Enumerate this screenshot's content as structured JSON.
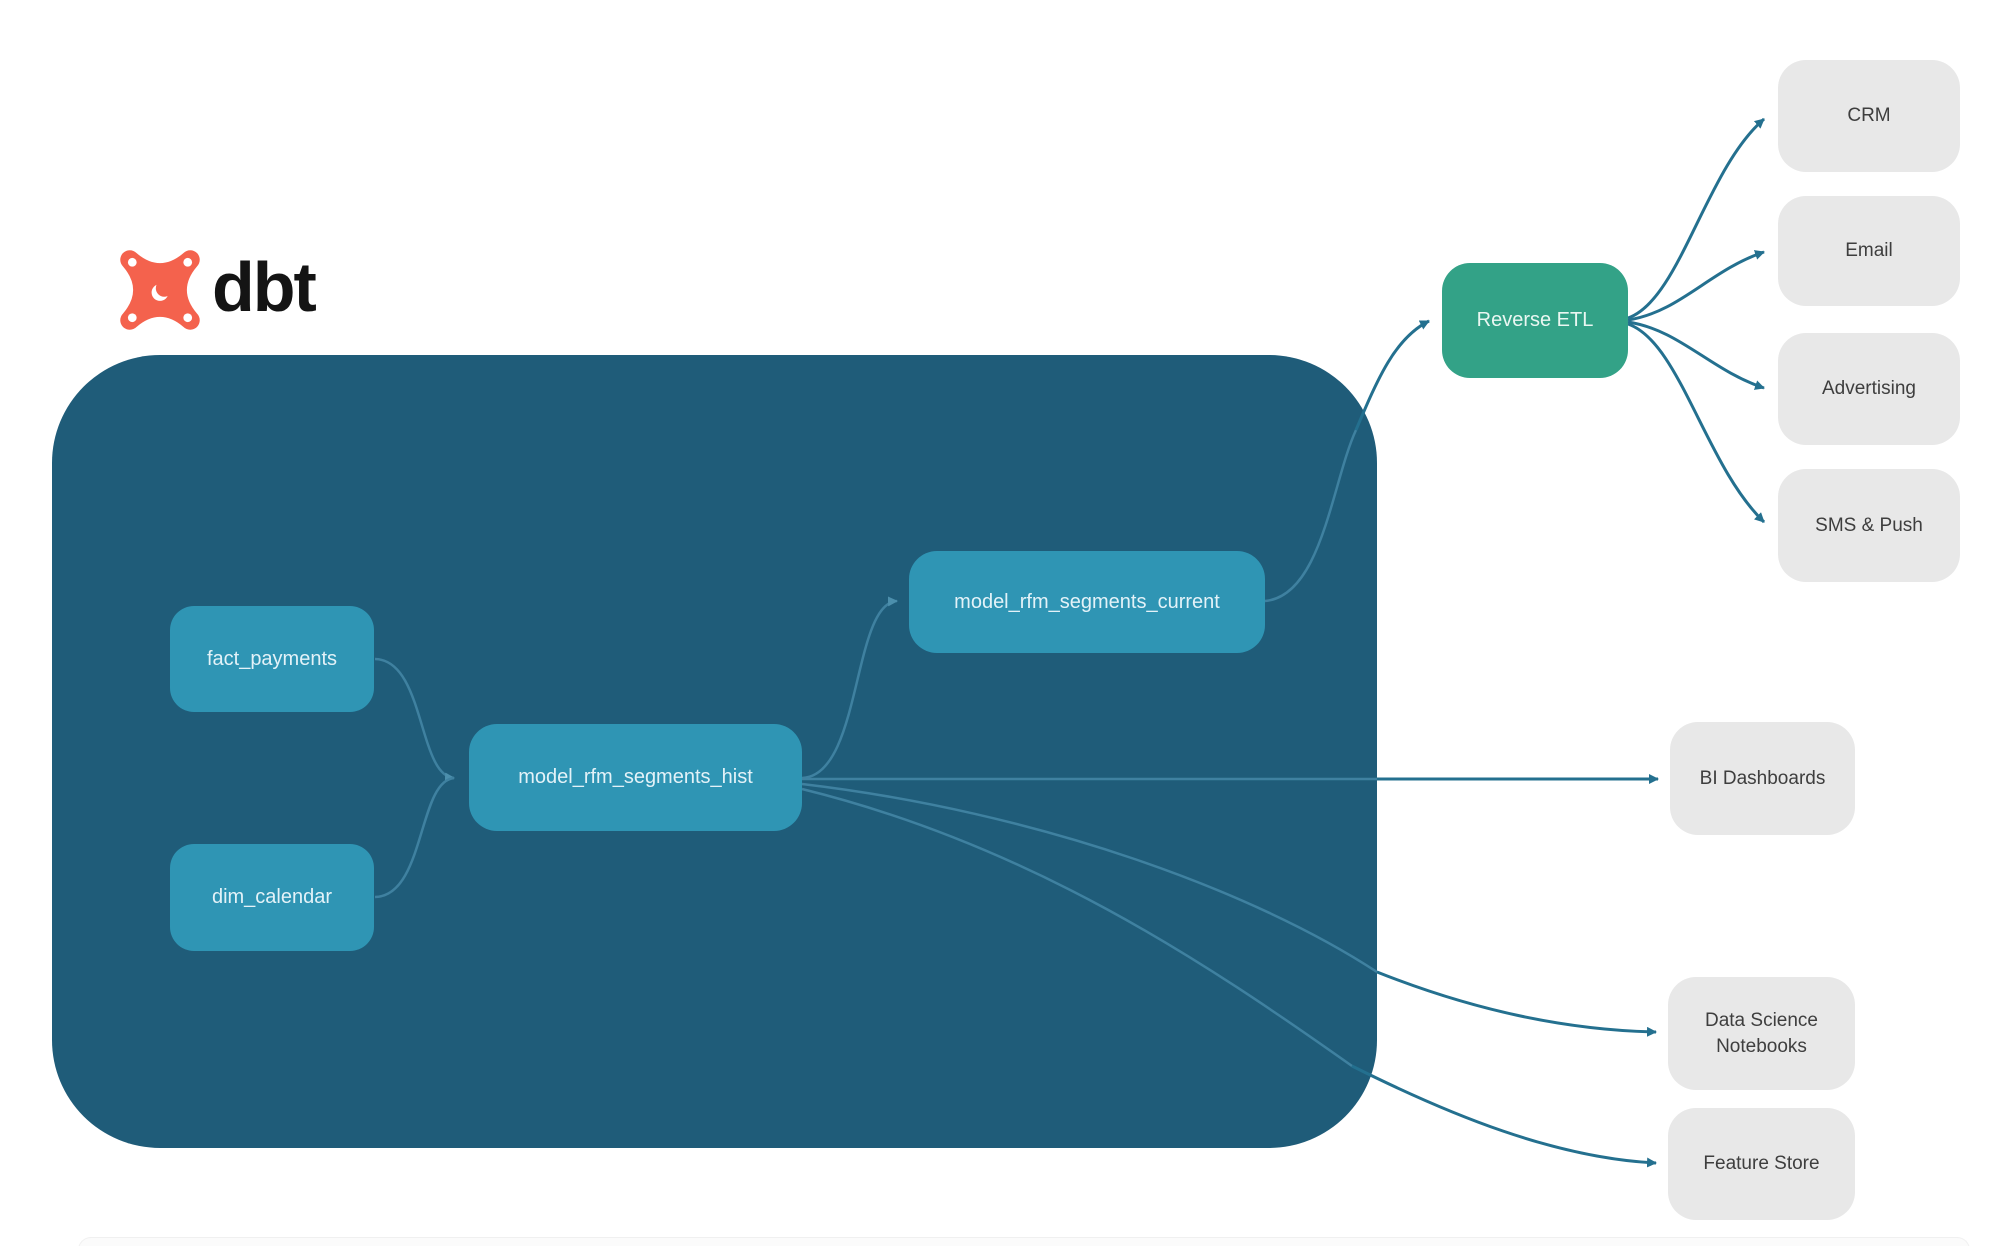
{
  "logo": {
    "text": "dbt",
    "brand_color": "#F4624D"
  },
  "diagram": {
    "colors": {
      "warehouse_background": "#1F5C79",
      "model_node": "#2F95B4",
      "reverse_etl_node": "#33A287",
      "destination_node": "#E8E8E8",
      "arrow_outer": "#24708F",
      "arrow_inner": "#3F81A0"
    },
    "nodes": {
      "fact_payments": {
        "label": "fact_payments"
      },
      "dim_calendar": {
        "label": "dim_calendar"
      },
      "model_hist": {
        "label": "model_rfm_segments_hist"
      },
      "model_current": {
        "label": "model_rfm_segments_current"
      },
      "reverse_etl": {
        "label": "Reverse ETL"
      },
      "crm": {
        "label": "CRM"
      },
      "email": {
        "label": "Email"
      },
      "advertising": {
        "label": "Advertising"
      },
      "sms_push": {
        "label": "SMS & Push"
      },
      "bi_dashboards": {
        "label": "BI Dashboards"
      },
      "ds_notebooks": {
        "label": "Data Science Notebooks"
      },
      "feature_store": {
        "label": "Feature Store"
      }
    },
    "edges": [
      "fact_payments -> model_rfm_segments_hist",
      "dim_calendar -> model_rfm_segments_hist",
      "model_rfm_segments_hist -> model_rfm_segments_current",
      "model_rfm_segments_current -> Reverse ETL",
      "Reverse ETL -> CRM",
      "Reverse ETL -> Email",
      "Reverse ETL -> Advertising",
      "Reverse ETL -> SMS & Push",
      "model_rfm_segments_hist -> BI Dashboards",
      "model_rfm_segments_hist -> Data Science Notebooks",
      "model_rfm_segments_hist -> Feature Store"
    ]
  }
}
